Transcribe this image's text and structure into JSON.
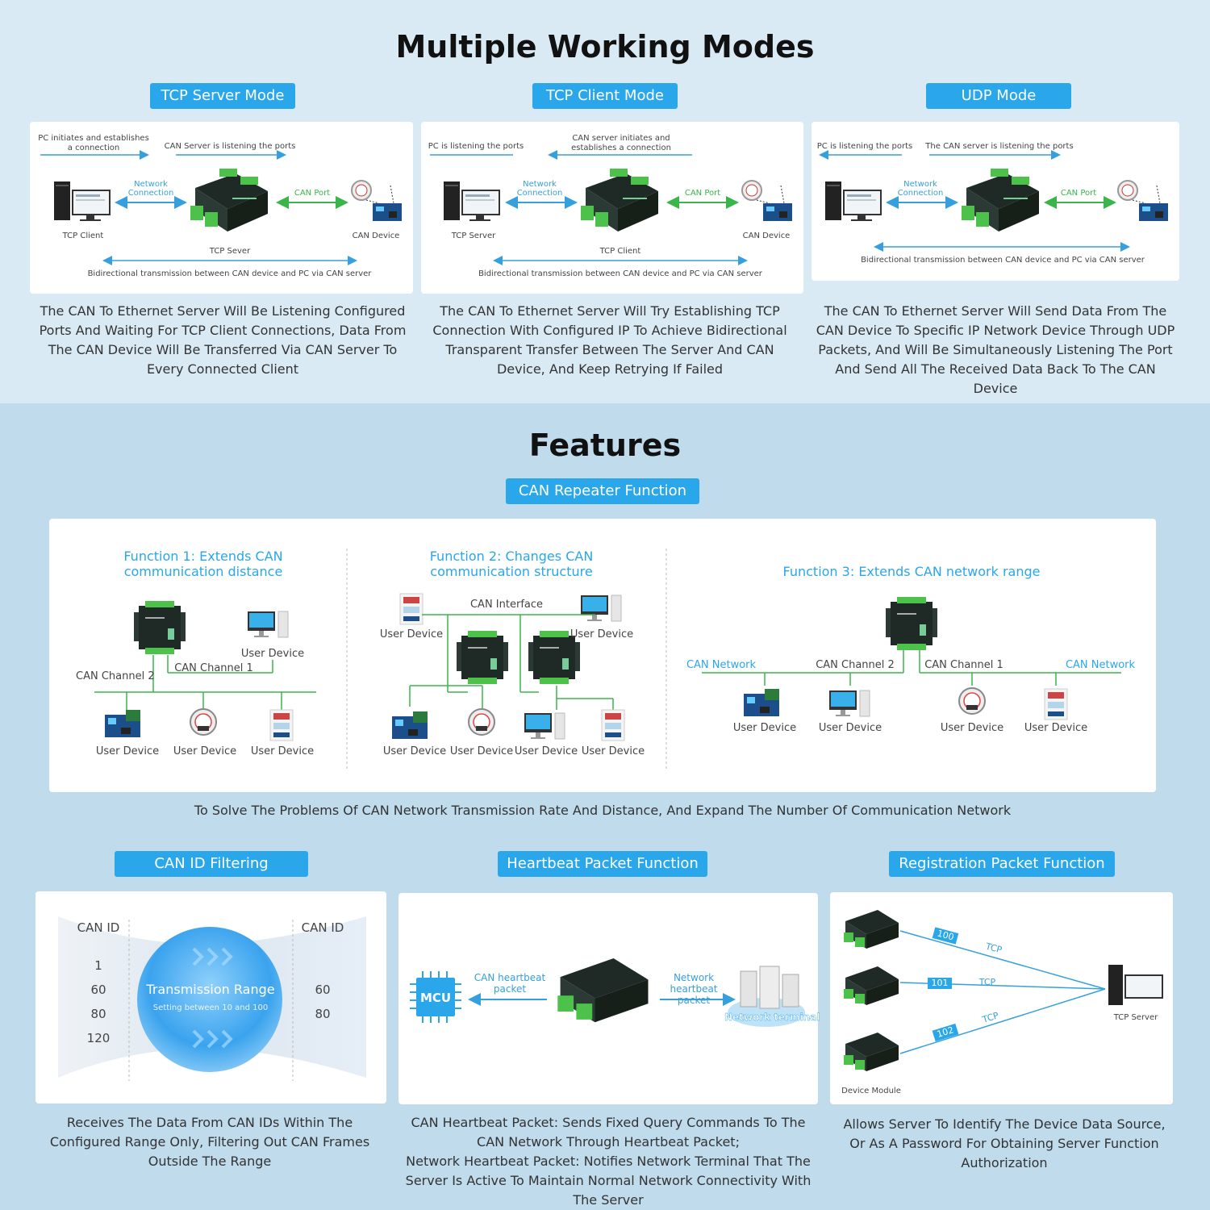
{
  "section1": {
    "title": "Multiple Working Modes",
    "modes": [
      {
        "label": "TCP Server Mode",
        "top_left": "PC initiates and establishes a connection",
        "top_right": "CAN Server is listening the ports",
        "net": "Network Connection",
        "can": "CAN Port",
        "left_device": "TCP Client",
        "center_device": "TCP Sever",
        "right_device": "CAN Device",
        "bottom": "Bidirectional transmission between CAN device and PC via CAN server",
        "desc": "The CAN To Ethernet Server Will Be Listening Configured Ports And Waiting For TCP Client Connections, Data From The CAN Device Will Be Transferred Via CAN Server To Every Connected Client"
      },
      {
        "label": "TCP Client Mode",
        "top_left": "PC is listening the ports",
        "top_right": "CAN server initiates and establishes a connection",
        "net": "Network Connection",
        "can": "CAN Port",
        "left_device": "TCP Server",
        "center_device": "TCP Client",
        "right_device": "CAN Device",
        "bottom": "Bidirectional transmission between CAN device and PC via CAN server",
        "desc": "The CAN To Ethernet Server Will Try Establishing TCP Connection With Configured IP To Achieve Bidirectional Transparent Transfer Between The Server And CAN Device, And Keep Retrying If Failed"
      },
      {
        "label": "UDP Mode",
        "top_left": "PC is listening the ports",
        "top_right": "The CAN server is listening the ports",
        "net": "Network Connection",
        "can": "CAN Port",
        "left_device": "",
        "center_device": "",
        "right_device": "",
        "bottom": "Bidirectional transmission between CAN device and PC via CAN server",
        "desc": "The CAN To Ethernet Server Will Send Data From The CAN Device To Specific IP Network Device Through UDP Packets, And Will Be Simultaneously Listening The Port And Send All The Received Data Back To The CAN Device"
      }
    ]
  },
  "section2": {
    "title": "Features",
    "repeater": {
      "label": "CAN Repeater Function",
      "f1": {
        "title": "Function 1: Extends CAN communication distance",
        "ch2": "CAN Channel 2",
        "ch1": "CAN Channel 1",
        "user_device": "User Device",
        "bottom_devices": [
          "User Device",
          "User Device",
          "User Device"
        ]
      },
      "f2": {
        "title": "Function 2: Changes CAN communication structure",
        "interface": "CAN Interface",
        "top_devices": [
          "User Device",
          "User Device"
        ],
        "bottom_devices": [
          "User Device",
          "User Device",
          "User Device",
          "User Device"
        ]
      },
      "f3": {
        "title": "Function 3: Extends CAN network range",
        "net_left": "CAN Network",
        "ch2": "CAN Channel 2",
        "ch1": "CAN Channel 1",
        "net_right": "CAN Network",
        "devices": [
          "User Device",
          "User Device",
          "User Device",
          "User Device"
        ]
      },
      "caption": "To Solve The Problems Of CAN Network Transmission Rate And Distance, And Expand The Number Of Communication Network"
    },
    "filtering": {
      "label": "CAN ID Filtering",
      "left_head": "CAN ID",
      "left_ids": [
        "1",
        "60",
        "80",
        "120"
      ],
      "right_head": "CAN ID",
      "right_ids": [
        "60",
        "80"
      ],
      "range_title": "Transmission Range",
      "range_sub": "Setting between 10 and 100",
      "desc": "Receives The Data From CAN IDs Within The Configured Range Only, Filtering Out CAN Frames Outside The Range"
    },
    "heartbeat": {
      "label": "Heartbeat Packet Function",
      "mcu": "MCU",
      "can_hb": "CAN heartbeat packet",
      "net_hb": "Network heartbeat packet",
      "terminal": "Network terminal",
      "desc1": "CAN Heartbeat Packet: Sends Fixed Query Commands To The CAN Network Through Heartbeat Packet;",
      "desc2": "Network Heartbeat Packet: Notifies Network Terminal That The Server Is Active To Maintain Normal Network Connectivity With The Server"
    },
    "registration": {
      "label": "Registration Packet Function",
      "ids": [
        "100",
        "101",
        "102"
      ],
      "proto": "TCP",
      "server": "TCP Server",
      "module": "Device Module",
      "desc": "Allows Server To Identify The Device Data Source, Or As A Password For Obtaining Server Function Authorization"
    }
  },
  "colors": {
    "accent": "#2aa7ea",
    "green": "#39b54a",
    "device_dark": "#1f2a26"
  }
}
